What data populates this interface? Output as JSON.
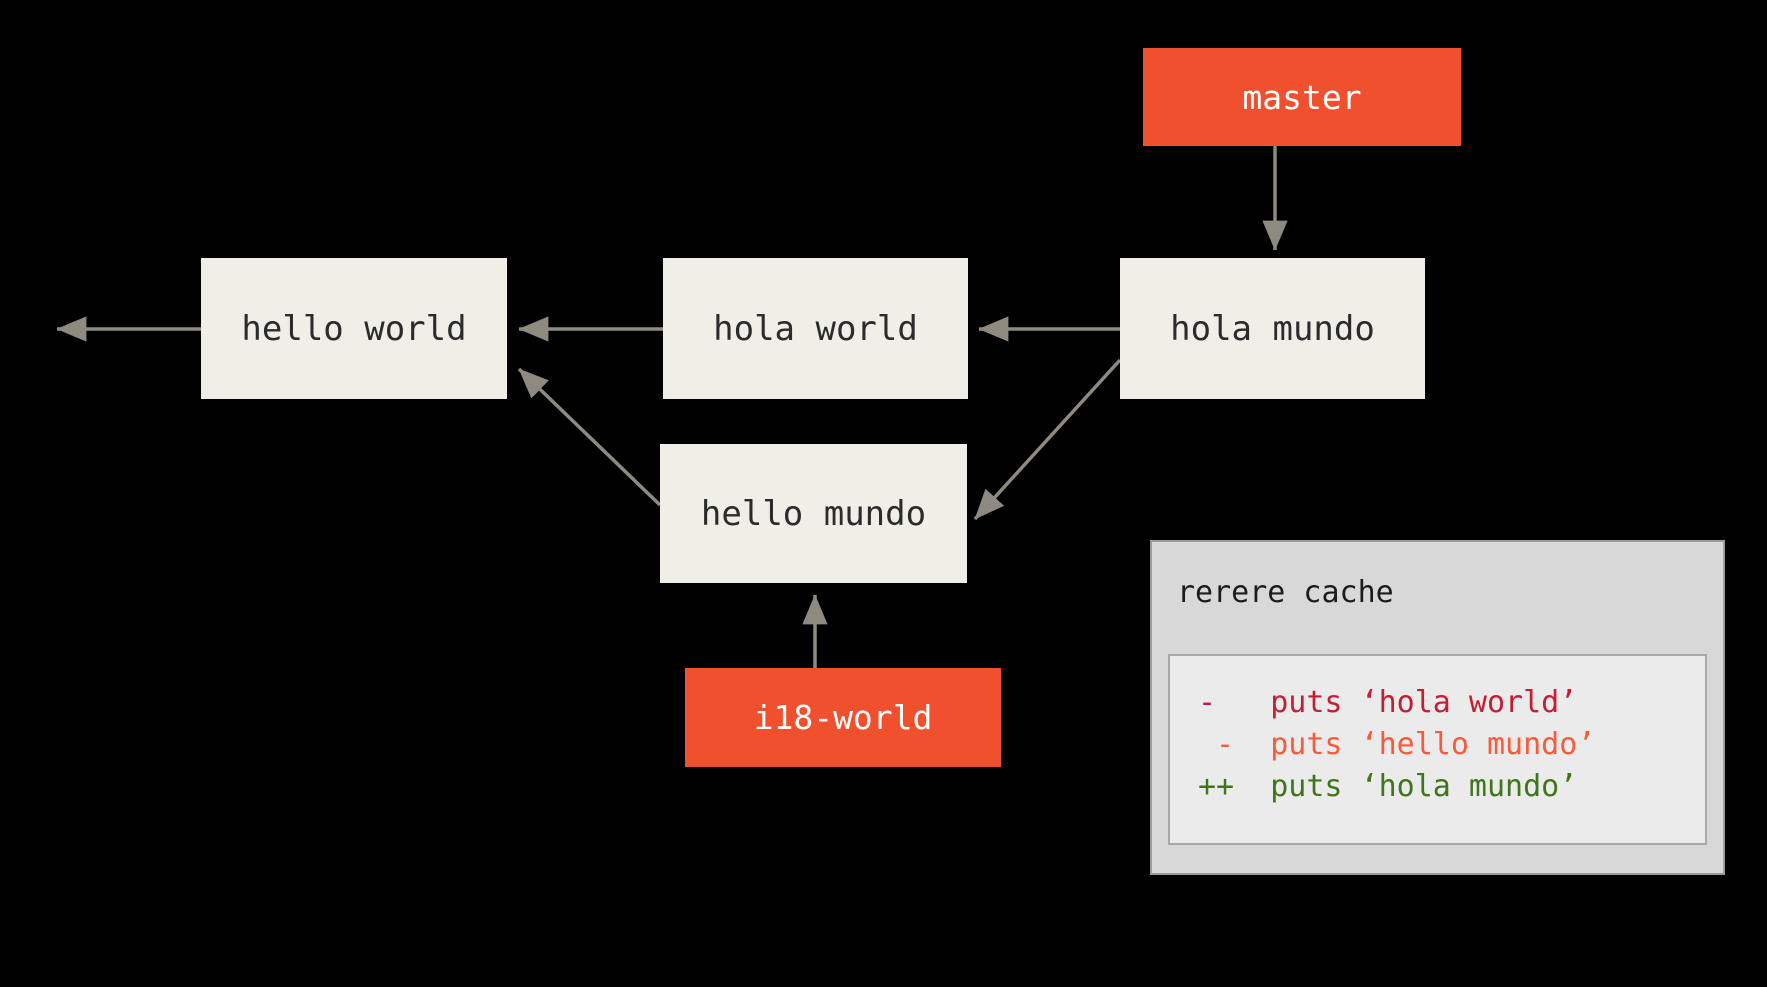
{
  "diagram": {
    "colors": {
      "background": "#000000",
      "arrow": "#8f8a80",
      "branch_box": "#f1502f",
      "branch_text": "#ffffff",
      "commit_box": "#efeee7",
      "commit_text": "#2b2b2b"
    },
    "branches": [
      {
        "id": "master",
        "label": "master"
      },
      {
        "id": "i18-world",
        "label": "i18-world"
      }
    ],
    "commits": [
      {
        "id": "hello-world",
        "label": "hello world"
      },
      {
        "id": "hola-world",
        "label": "hola world"
      },
      {
        "id": "hola-mundo",
        "label": "hola mundo"
      },
      {
        "id": "hello-mundo",
        "label": "hello mundo"
      }
    ]
  },
  "rerere_cache": {
    "title": "rerere cache",
    "diff": [
      {
        "marker": "-",
        "text": "-   puts ‘hola world’",
        "color": "#c41e35"
      },
      {
        "marker": "-",
        "text": " -  puts ‘hello mundo’",
        "color": "#f75b3c"
      },
      {
        "marker": "++",
        "text": "++  puts ‘hola mundo’",
        "color": "#40761b"
      }
    ]
  }
}
